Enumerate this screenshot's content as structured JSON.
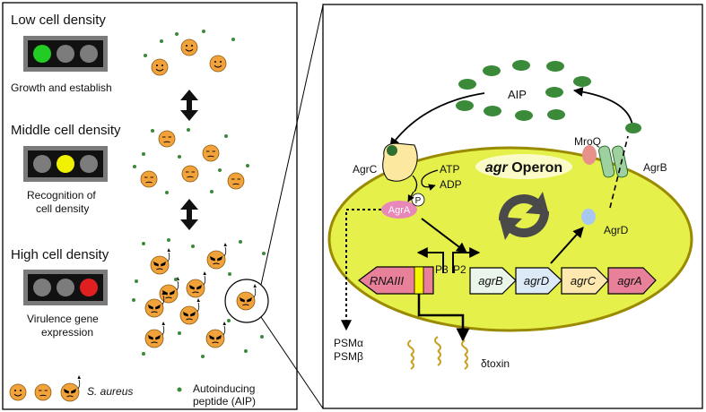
{
  "left": {
    "stages": [
      {
        "title": "Low cell density",
        "caption": "Growth and establish",
        "caption2": "",
        "light": "green"
      },
      {
        "title": "Middle cell density",
        "caption": "Recognition of",
        "caption2": "cell density",
        "light": "yellow"
      },
      {
        "title": "High cell density",
        "caption": "Virulence gene",
        "caption2": "expression",
        "light": "red"
      }
    ],
    "legend": {
      "organism": "S. aureus",
      "aip_line1": "Autoinducing",
      "aip_line2": "peptide (AIP)"
    }
  },
  "right": {
    "aip": "AIP",
    "agrC": "AgrC",
    "agrB": "AgrB",
    "mroQ": "MroQ",
    "agrD_protein": "AgrD",
    "agrA_protein": "AgrA",
    "phospho": "P",
    "atp": "ATP",
    "adp": "ADP",
    "operon_italic": "agr",
    "operon_rest": " Operon",
    "p3": "P3",
    "p2": "P2",
    "genes": [
      "RNAIII",
      "agrB",
      "agrD",
      "agrC",
      "agrA"
    ],
    "psm_alpha": "PSMα",
    "psm_beta": "PSMβ",
    "delta_toxin": "δtoxin"
  },
  "colors": {
    "green_light": "#22cc22",
    "yellow_light": "#f0f000",
    "red_light": "#e02020",
    "cell_fill": "#e6f04a",
    "bacterium": "#f2a23a",
    "aip_dot": "#3a8a3a"
  }
}
